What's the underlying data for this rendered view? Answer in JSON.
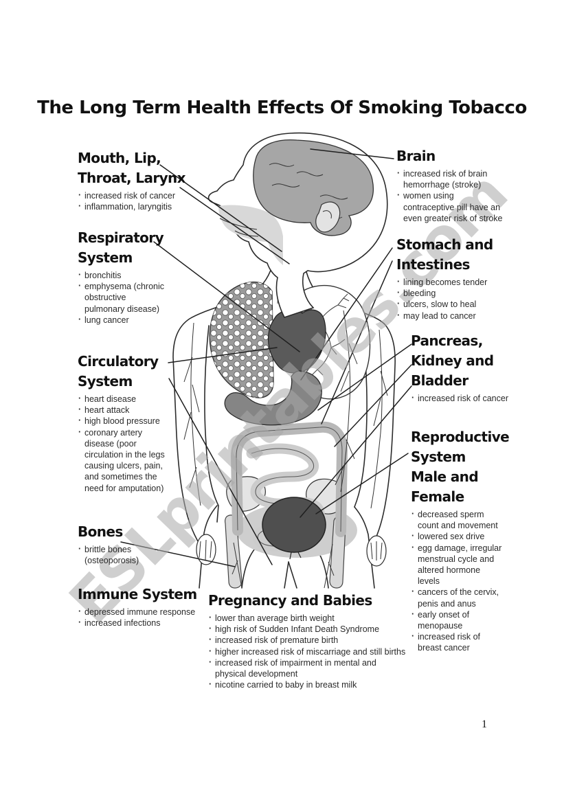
{
  "page": {
    "title": "The Long Term Health Effects Of Smoking Tobacco",
    "watermark": "ESLprintables.com",
    "page_number": "1"
  },
  "sections": {
    "mouth": {
      "heading": [
        "Mouth, Lip,",
        "Throat, Larynx"
      ],
      "bullets": [
        "increased risk of cancer",
        "inflammation, laryngitis"
      ]
    },
    "respiratory": {
      "heading": [
        "Respiratory",
        "System"
      ],
      "bullets": [
        "bronchitis",
        "emphysema (chronic obstructive pulmonary disease)",
        "lung cancer"
      ]
    },
    "circulatory": {
      "heading": [
        "Circulatory",
        "System"
      ],
      "bullets": [
        "heart disease",
        "heart attack",
        "high blood pressure",
        "coronary artery disease (poor circulation in the legs causing ulcers, pain, and sometimes the need for amputation)"
      ]
    },
    "bones": {
      "heading": [
        "Bones"
      ],
      "bullets": [
        "brittle bones (osteoporosis)"
      ]
    },
    "immune": {
      "heading": [
        "Immune System"
      ],
      "bullets": [
        "depressed immune response",
        "increased infections"
      ]
    },
    "brain": {
      "heading": [
        "Brain"
      ],
      "bullets": [
        "increased risk of brain hemorrhage (stroke)",
        "women using contraceptive pill have an even greater risk of stroke"
      ]
    },
    "stomach": {
      "heading": [
        "Stomach and",
        "Intestines"
      ],
      "bullets": [
        "lining becomes tender",
        "bleeding",
        "ulcers, slow to heal",
        "may lead to cancer"
      ]
    },
    "pancreas": {
      "heading": [
        "Pancreas,",
        "Kidney and",
        "Bladder"
      ],
      "bullets": [
        "increased risk of cancer"
      ]
    },
    "reproductive": {
      "heading": [
        "Reproductive",
        "System",
        "Male and",
        "Female"
      ],
      "bullets": [
        "decreased sperm count and movement",
        "lowered sex drive",
        "egg damage, irregular menstrual cycle and altered hormone levels",
        "cancers of the cervix, penis and anus",
        "early onset of menopause",
        "increased risk of breast cancer"
      ]
    },
    "pregnancy": {
      "heading": [
        "Pregnancy and Babies"
      ],
      "bullets": [
        "lower than average birth weight",
        "high risk of Sudden Infant Death Syndrome",
        "increased risk of premature birth",
        "higher increased risk of miscarriage and still births",
        "increased risk of impairment in mental and physical development",
        "nicotine carried to baby in breast milk"
      ]
    }
  },
  "colors": {
    "brain_fill": "#a6a6a6",
    "heart_fill": "#5a5a5a",
    "stomach_fill": "#858585",
    "bladder_fill": "#4f4f4f",
    "intestine_fill": "#cccccc",
    "watermark_gray": "#a9a9a9",
    "line_ink": "#1f1f1f"
  }
}
